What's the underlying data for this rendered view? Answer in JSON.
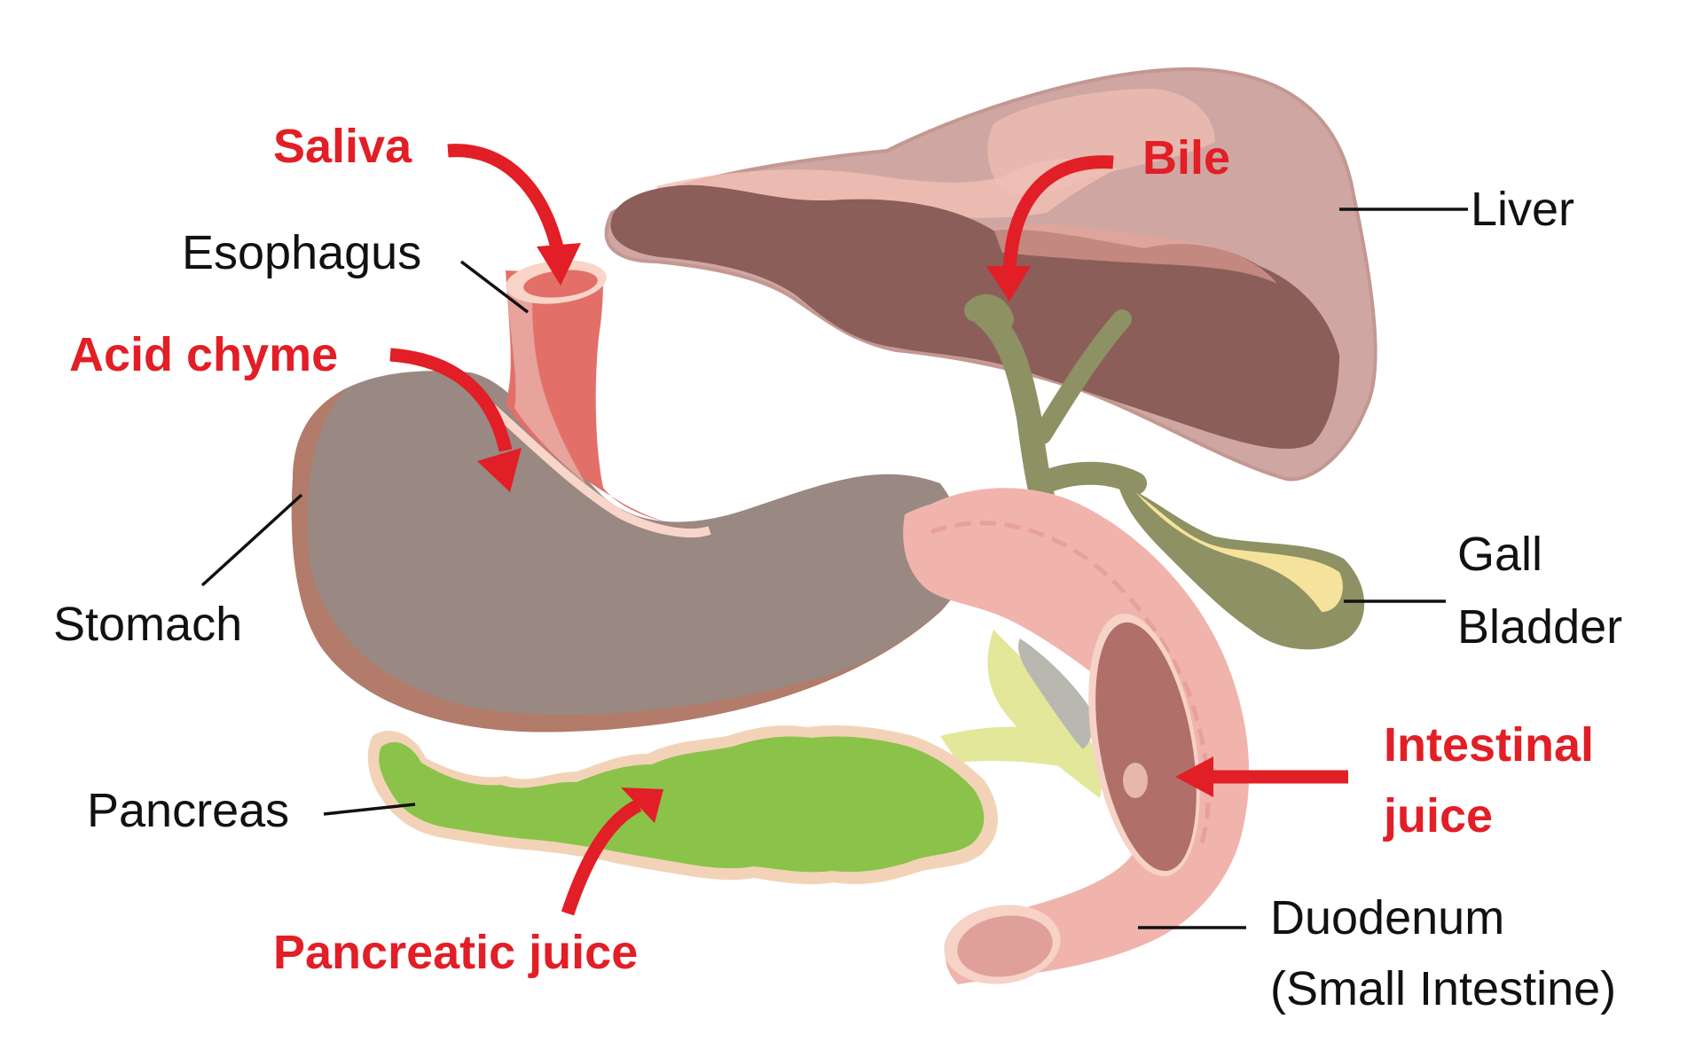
{
  "organs": {
    "liver": "Liver",
    "esophagus": "Esophagus",
    "stomach": "Stomach",
    "gall_bladder_line1": "Gall",
    "gall_bladder_line2": "Bladder",
    "pancreas": "Pancreas",
    "duodenum_line1": "Duodenum",
    "duodenum_line2": "(Small Intestine)"
  },
  "secretions": {
    "saliva": "Saliva",
    "bile": "Bile",
    "acid_chyme": "Acid chyme",
    "intestinal_juice_line1": "Intestinal",
    "intestinal_juice_line2": "juice",
    "pancreatic_juice": "Pancreatic juice"
  },
  "colors": {
    "secretion_red": "#e21e26",
    "liver_outer": "#cfa6a2",
    "liver_inner": "#8c5e59",
    "stomach": "#9a8882",
    "stomach_rim": "#b37b6a",
    "esophagus": "#e27068",
    "duodenum": "#f0b4ad",
    "gall_bladder": "#8e9163",
    "pancreas": "#8bc34a",
    "pancreas_edge": "#f3d3b8"
  }
}
